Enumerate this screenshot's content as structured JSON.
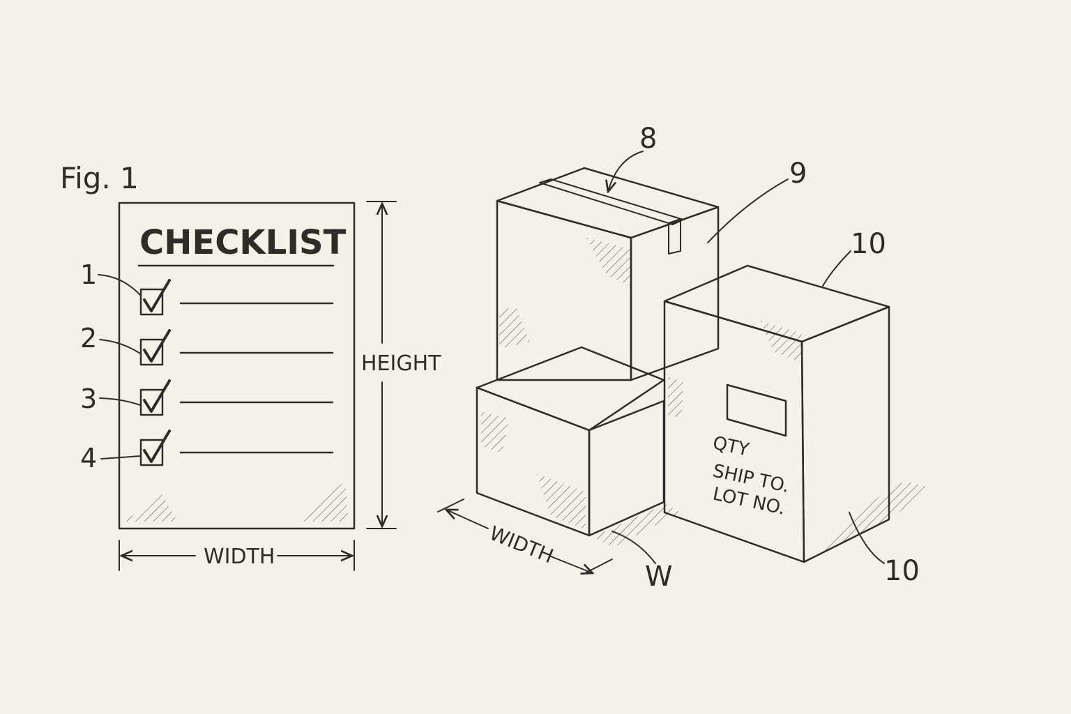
{
  "figure_label": "Fig. 1",
  "checklist": {
    "title": "CHECKLIST",
    "items": [
      {
        "number": "1",
        "checked": true
      },
      {
        "number": "2",
        "checked": true
      },
      {
        "number": "3",
        "checked": true
      },
      {
        "number": "4",
        "checked": true
      }
    ],
    "height_label": "HEIGHT",
    "width_label": "WIDTH"
  },
  "boxes": {
    "callouts": {
      "tape": "8",
      "back_box": "9",
      "tall_box_top": "10",
      "tall_box_bottom": "10",
      "front_box": "W"
    },
    "width_label": "WIDTH",
    "shipping_label_lines": [
      "QTY",
      "SHIP TO.",
      "LOT NO."
    ]
  },
  "colors": {
    "ink": "#2f2c28",
    "paper": "#f4f1ea"
  }
}
